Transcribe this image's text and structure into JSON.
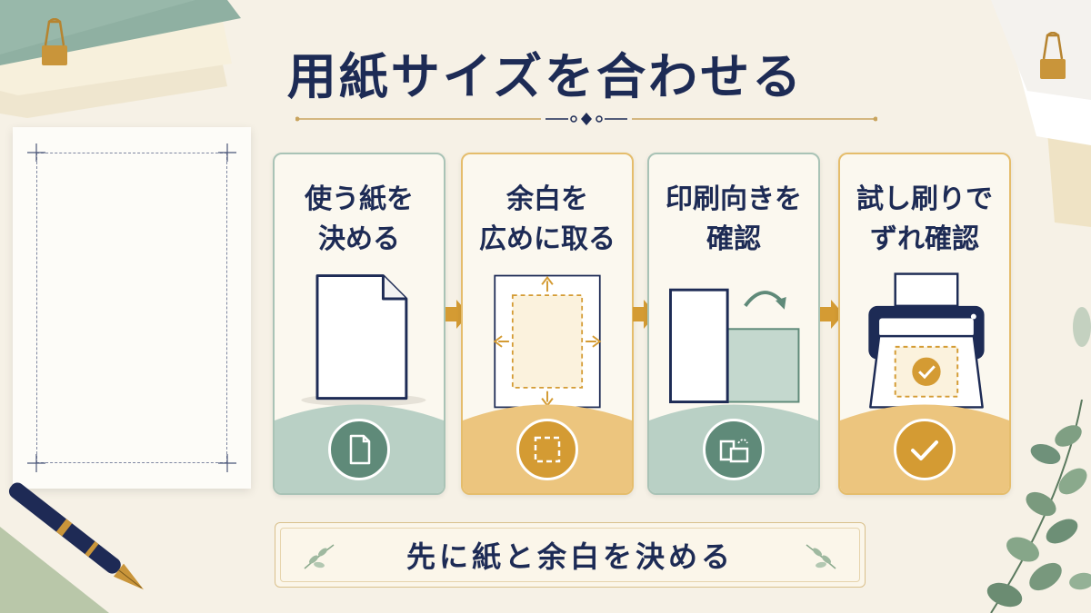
{
  "title": "用紙サイズを合わせる",
  "cards": [
    {
      "title_line1": "使う紙を",
      "title_line2": "決める",
      "theme": "green",
      "icon": "document-icon"
    },
    {
      "title_line1": "余白を",
      "title_line2": "広めに取る",
      "theme": "gold",
      "icon": "margin-frame-icon"
    },
    {
      "title_line1": "印刷向きを",
      "title_line2": "確認",
      "theme": "green",
      "icon": "orientation-icon"
    },
    {
      "title_line1": "試し刷りで",
      "title_line2": "ずれ確認",
      "theme": "gold",
      "icon": "check-icon"
    }
  ],
  "banner_text": "先に紙と余白を決める",
  "colors": {
    "navy": "#1d2b55",
    "green": "#5f8a79",
    "green_light": "#b9d0c5",
    "gold": "#d49b33",
    "gold_light": "#ecc57e",
    "background": "#f6f1e6"
  }
}
